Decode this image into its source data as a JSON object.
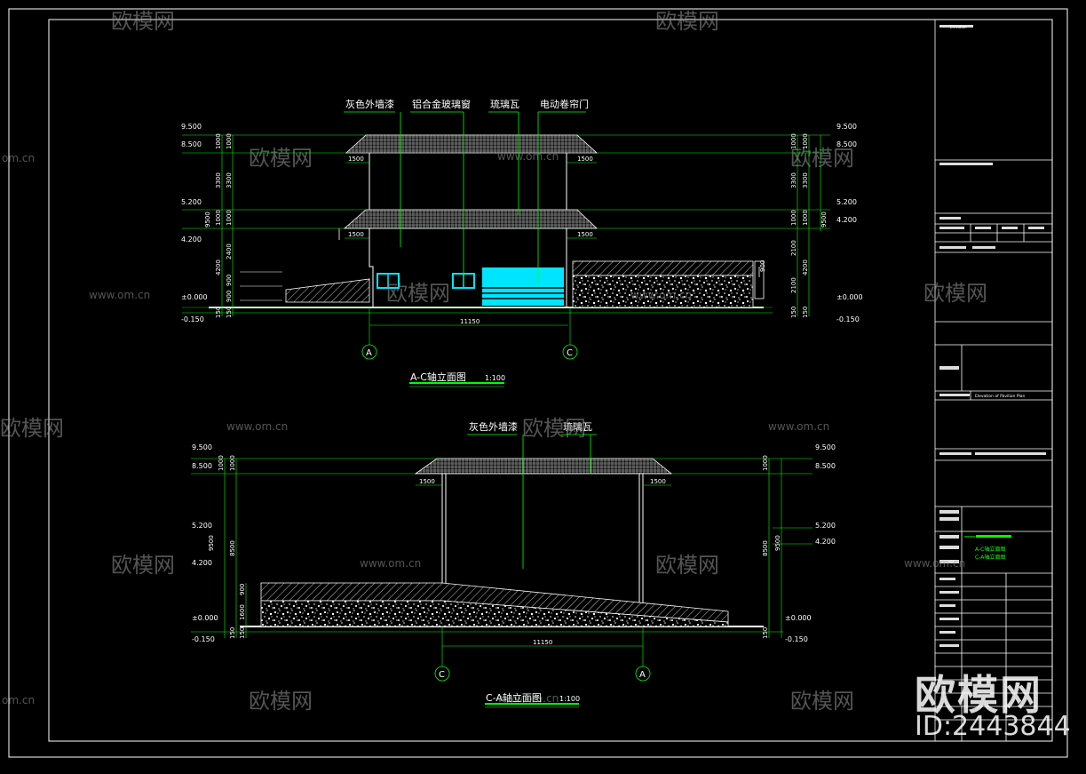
{
  "colors": {
    "background": "#000000",
    "frame": "#ffffff",
    "dimension": "#00ff00",
    "glass": "#00e5ff",
    "leader": "#00ff00",
    "roof": "#cfcfcf",
    "watermark": "#9a9a9a"
  },
  "top_elevation": {
    "title": "A-C轴立面图",
    "title_circle_left": "A",
    "title_circle_right": "C",
    "scale": "1:100",
    "callouts": [
      "灰色外墙漆",
      "铝合金玻璃窗",
      "琉璃瓦",
      "电动卷帘门"
    ],
    "levels_left": [
      "9.500",
      "8.500",
      "5.200",
      "4.200",
      "±0.000",
      "-0.150"
    ],
    "levels_right": [
      "9.500",
      "8.500",
      "5.200",
      "4.200",
      "±0.000",
      "-0.150"
    ],
    "dims_left_inner": [
      "1000",
      "3300",
      "1000",
      "2400",
      "900",
      "900",
      "150"
    ],
    "dims_left_outer": [
      "1000",
      "3300",
      "1000",
      "4200",
      "150"
    ],
    "dims_left_total": "9500",
    "dims_right_inner": [
      "1000",
      "3300",
      "1000",
      "2100",
      "900",
      "2100",
      "150"
    ],
    "dims_right_outer": [
      "1000",
      "3300",
      "1000",
      "4200",
      "150"
    ],
    "dims_right_total": "9500",
    "overhang_labels": [
      "1500",
      "1500",
      "1500",
      "1500"
    ],
    "width_dim": "11150",
    "axis_left": "A",
    "axis_right": "C"
  },
  "bottom_elevation": {
    "title": "C-A轴立面图",
    "title_circle_left": "C",
    "title_circle_right": "A",
    "scale": "1:100",
    "callouts": [
      "灰色外墙漆",
      "琉璃瓦"
    ],
    "levels_left": [
      "9.500",
      "8.500",
      "5.200",
      "4.200",
      "±0.000",
      "-0.150"
    ],
    "levels_right": [
      "9.500",
      "8.500",
      "5.200",
      "4.200",
      "±0.000",
      "-0.150"
    ],
    "dims_left_inner": [
      "1000",
      "900",
      "1600",
      "150"
    ],
    "dims_left_outer": [
      "1000",
      "8500",
      "150"
    ],
    "dims_right_outer": [
      "1000",
      "8500",
      "150"
    ],
    "dims_right_total": "9500",
    "overhang_labels": [
      "1500",
      "1500"
    ],
    "width_dim": "11150",
    "axis_left": "C",
    "axis_right": "A"
  },
  "title_block": {
    "project_en": "Elevation",
    "drawing_en": "Elevation of Pavilion Plan",
    "drawing_list": [
      "A-C轴立面图",
      "C-A轴立面图"
    ]
  },
  "watermark": {
    "logo_text": "欧模网",
    "url_text": "www.om.cn",
    "edge_text": "om.cn",
    "big_logo": "欧模网",
    "id_text": "ID:2443844"
  }
}
